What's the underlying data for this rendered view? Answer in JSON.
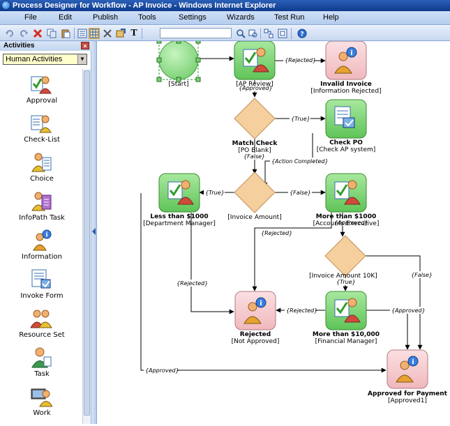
{
  "window": {
    "title": "Process Designer for Workflow - AP Invoice - Windows Internet Explorer"
  },
  "menu": [
    "File",
    "Edit",
    "Publish",
    "Tools",
    "Settings",
    "Wizards",
    "Test Run",
    "Help"
  ],
  "toolbar": {
    "search_value": "",
    "text_tool_label": "T"
  },
  "sidebar": {
    "title": "Activities",
    "close_label": "×",
    "category": "Human Activities",
    "items": [
      {
        "label": "Approval",
        "icon": "approval-icon"
      },
      {
        "label": "Check-List",
        "icon": "check-list-icon"
      },
      {
        "label": "Choice",
        "icon": "choice-icon"
      },
      {
        "label": "InfoPath Task",
        "icon": "infopath-task-icon"
      },
      {
        "label": "Information",
        "icon": "information-icon"
      },
      {
        "label": "Invoke Form",
        "icon": "invoke-form-icon"
      },
      {
        "label": "Resource Set",
        "icon": "resource-set-icon"
      },
      {
        "label": "Task",
        "icon": "task-icon"
      },
      {
        "label": "Work",
        "icon": "work-icon"
      }
    ]
  },
  "workflow": {
    "nodes": {
      "start": {
        "label": "[Start]"
      },
      "ap_review": {
        "label": "[AP Review]"
      },
      "invalid_invoice": {
        "title": "Invalid Invoice",
        "label": "[Information Rejected]"
      },
      "match_check": {
        "title": "Match Check",
        "label": "[PO Blank]"
      },
      "check_po": {
        "title": "Check PO",
        "label": "[Check AP system]"
      },
      "invoice_amount": {
        "label": "[Invoice Amount]"
      },
      "less_1000": {
        "title": "Less than $1000",
        "label": "[Department Manager]"
      },
      "more_1000": {
        "title": "More than $1000",
        "label": "[Accounts Executive]"
      },
      "invoice_10k": {
        "label": "[Invoice Amount 10K]"
      },
      "rejected": {
        "title": "Rejected",
        "label": "[Not Approved]"
      },
      "more_10000": {
        "title": "More than $10,000",
        "label": "[Financial Manager]"
      },
      "approved_payment": {
        "title": "Approved for Payment",
        "label": "[Approved1]"
      }
    },
    "edge_labels": {
      "rejected_top": "{Rejected}",
      "approved_top": "{Approved}",
      "true_match": "{True}",
      "false_match": "{False}",
      "action_completed": "{Action Completed}",
      "true_amount": "{True}",
      "false_amount": "{False}",
      "approved_mid": "{Approved}",
      "rejected_mid": "{Rejected}",
      "rejected_left": "{Rejected}",
      "true_10k": "{True}",
      "false_10k": "{False}",
      "rejected_bottom": "{Rejected}",
      "approved_bottom": "{Approved}",
      "approved_long": "{Approved}"
    }
  },
  "colors": {
    "green_node": "#7fd07a",
    "pink_node": "#f5c8cc",
    "decision": "#f5cf9e",
    "start": "#8ee08a"
  }
}
